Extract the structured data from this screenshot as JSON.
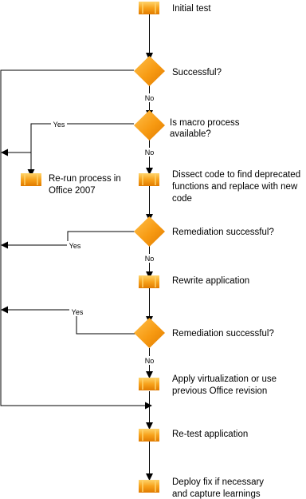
{
  "colors": {
    "orange": "#f7a21b",
    "orange_light": "#ffd36b",
    "orange_dark": "#e07b00",
    "line": "#000000"
  },
  "steps": {
    "initial_test": [
      "Initial test"
    ],
    "successful_q": [
      "Successful?"
    ],
    "macro_q": [
      "Is macro process",
      "available?"
    ],
    "rerun": [
      "Re-run process in",
      "Office 2007"
    ],
    "dissect": [
      "Dissect code to find deprecated",
      "functions and replace with new",
      "code"
    ],
    "remediation_q1": [
      "Remediation successful?"
    ],
    "rewrite": [
      "Rewrite application"
    ],
    "remediation_q2": [
      "Remediation successful?"
    ],
    "virtualize": [
      "Apply virtualization or use",
      "previous Office revision"
    ],
    "retest": [
      "Re-test application"
    ],
    "deploy": [
      "Deploy fix if necessary",
      "and capture learnings"
    ]
  },
  "edge_labels": {
    "no": "No",
    "yes": "Yes"
  }
}
